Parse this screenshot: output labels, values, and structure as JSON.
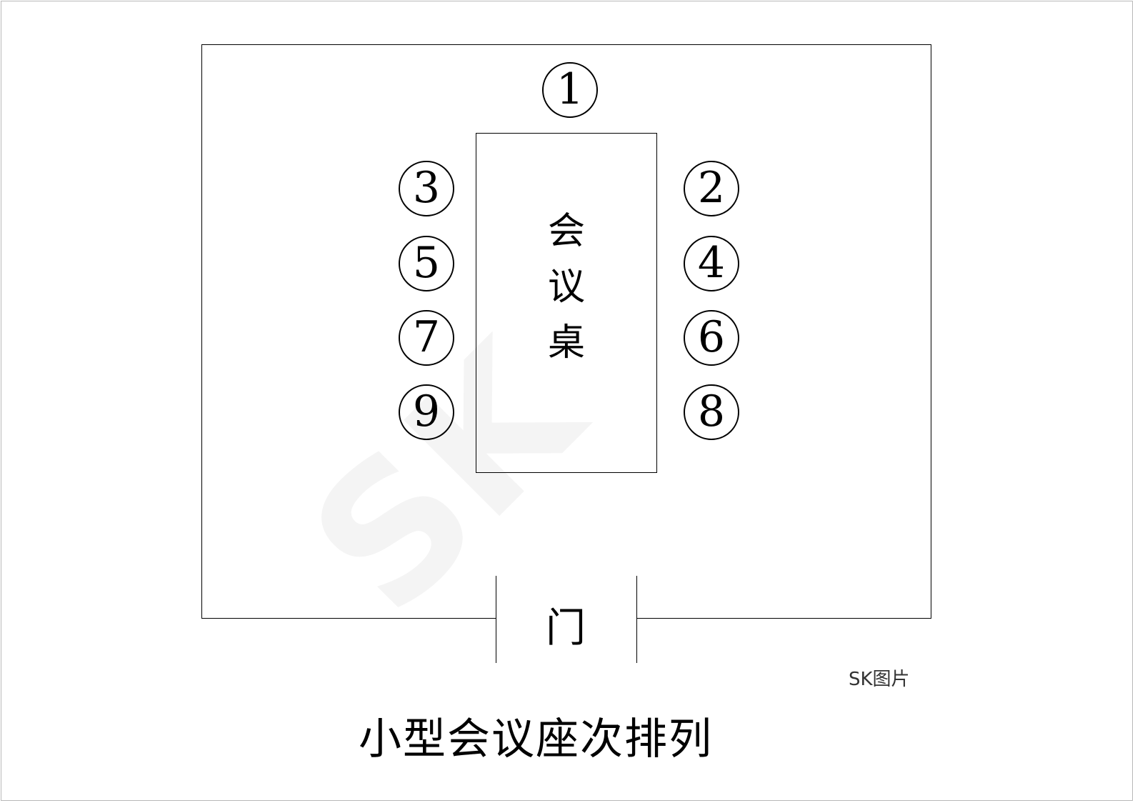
{
  "title": "小型会议座次排列",
  "credit": "SK图片",
  "watermark_text": "SK",
  "table": {
    "label_chars": [
      "会",
      "议",
      "桌"
    ]
  },
  "door": {
    "label": "门"
  },
  "seats": {
    "s1": "1",
    "s2": "2",
    "s3": "3",
    "s4": "4",
    "s5": "5",
    "s6": "6",
    "s7": "7",
    "s8": "8",
    "s9": "9"
  }
}
